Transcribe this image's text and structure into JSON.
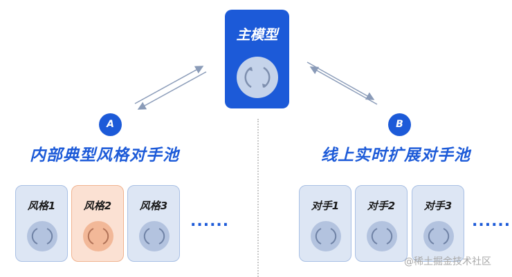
{
  "main_model": {
    "title": "主模型",
    "icon": "cycle-icon"
  },
  "left": {
    "badge": "A",
    "title": "内部典型风格对手池",
    "cards": [
      {
        "label": "风格1",
        "accent": false
      },
      {
        "label": "风格2",
        "accent": true
      },
      {
        "label": "风格3",
        "accent": false
      }
    ],
    "ellipsis": "......"
  },
  "right": {
    "badge": "B",
    "title": "线上实时扩展对手池",
    "cards": [
      {
        "label": "对手1",
        "accent": false
      },
      {
        "label": "对手2",
        "accent": false
      },
      {
        "label": "对手3",
        "accent": false
      }
    ],
    "ellipsis": "......"
  },
  "watermark": "@稀土掘金技术社区",
  "colors": {
    "brand_blue": "#1c5ad8",
    "card_blue": "#dde6f4",
    "card_orange": "#fbe1d3",
    "arrow_gray": "#8a9bb8"
  }
}
